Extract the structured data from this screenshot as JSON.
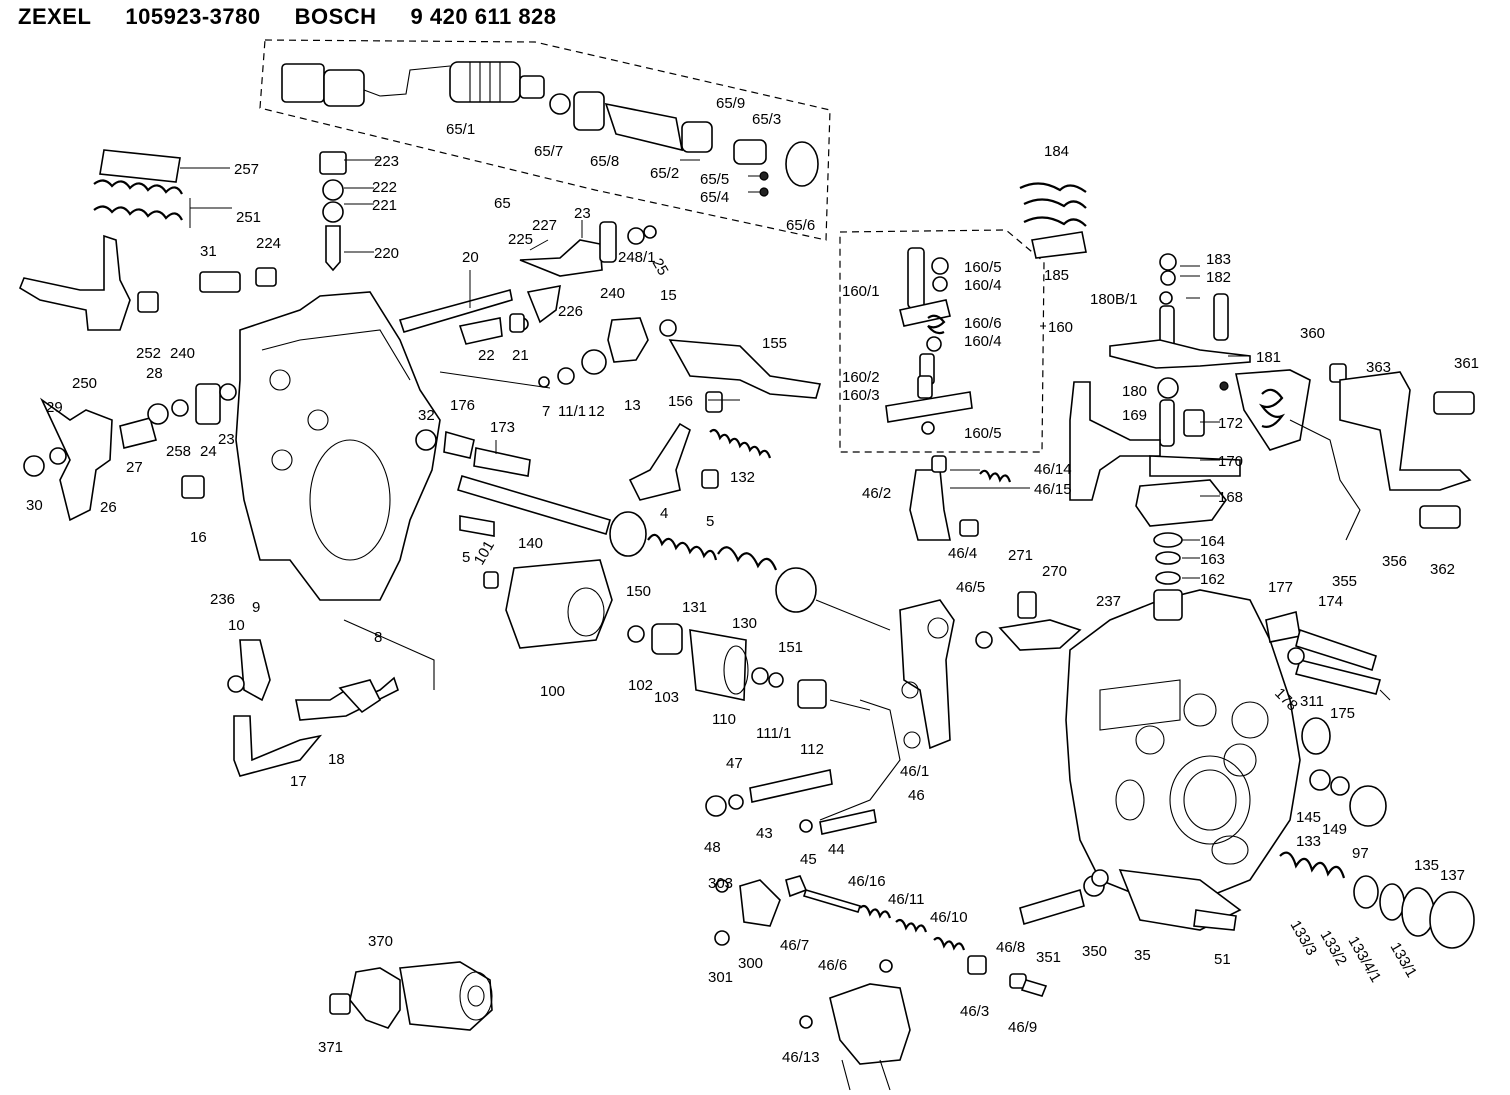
{
  "header": {
    "brand": "ZEXEL",
    "zexel_number": "105923-3780",
    "bosch_brand": "BOSCH",
    "bosch_number": "9 420 611 828"
  },
  "labels": [
    {
      "id": "l65_1",
      "text": "65/1"
    },
    {
      "id": "l65_7",
      "text": "65/7"
    },
    {
      "id": "l65_8",
      "text": "65/8"
    },
    {
      "id": "l65_2",
      "text": "65/2"
    },
    {
      "id": "l65_9",
      "text": "65/9"
    },
    {
      "id": "l65_3",
      "text": "65/3"
    },
    {
      "id": "l65_5",
      "text": "65/5"
    },
    {
      "id": "l65_4",
      "text": "65/4"
    },
    {
      "id": "l65_6",
      "text": "65/6"
    },
    {
      "id": "l65",
      "text": "65"
    },
    {
      "id": "l257",
      "text": "257"
    },
    {
      "id": "l251",
      "text": "251"
    },
    {
      "id": "l223",
      "text": "223"
    },
    {
      "id": "l222",
      "text": "222"
    },
    {
      "id": "l221",
      "text": "221"
    },
    {
      "id": "l220",
      "text": "220"
    },
    {
      "id": "l31",
      "text": "31"
    },
    {
      "id": "l224",
      "text": "224"
    },
    {
      "id": "l20",
      "text": "20"
    },
    {
      "id": "l225",
      "text": "225"
    },
    {
      "id": "l227",
      "text": "227"
    },
    {
      "id": "l23a",
      "text": "23"
    },
    {
      "id": "l25",
      "text": "25"
    },
    {
      "id": "l248_1",
      "text": "248/1"
    },
    {
      "id": "l240",
      "text": "240"
    },
    {
      "id": "l226",
      "text": "226"
    },
    {
      "id": "l15",
      "text": "15"
    },
    {
      "id": "l22",
      "text": "22"
    },
    {
      "id": "l21",
      "text": "21"
    },
    {
      "id": "l155",
      "text": "155"
    },
    {
      "id": "l156",
      "text": "156"
    },
    {
      "id": "l252",
      "text": "252"
    },
    {
      "id": "l250",
      "text": "250"
    },
    {
      "id": "l240b",
      "text": "240"
    },
    {
      "id": "l28",
      "text": "28"
    },
    {
      "id": "l29",
      "text": "29"
    },
    {
      "id": "l27",
      "text": "27"
    },
    {
      "id": "l30",
      "text": "30"
    },
    {
      "id": "l26",
      "text": "26"
    },
    {
      "id": "l258",
      "text": "258"
    },
    {
      "id": "l24",
      "text": "24"
    },
    {
      "id": "l23b",
      "text": "23"
    },
    {
      "id": "l7",
      "text": "7"
    },
    {
      "id": "l11_1",
      "text": "11/1"
    },
    {
      "id": "l12",
      "text": "12"
    },
    {
      "id": "l13",
      "text": "13"
    },
    {
      "id": "l32",
      "text": "32"
    },
    {
      "id": "l176",
      "text": "176"
    },
    {
      "id": "l173",
      "text": "173"
    },
    {
      "id": "l132",
      "text": "132"
    },
    {
      "id": "l4",
      "text": "4"
    },
    {
      "id": "l5a",
      "text": "5"
    },
    {
      "id": "l16",
      "text": "16"
    },
    {
      "id": "l5b",
      "text": "5"
    },
    {
      "id": "l140",
      "text": "140"
    },
    {
      "id": "l101",
      "text": "101"
    },
    {
      "id": "l150",
      "text": "150"
    },
    {
      "id": "l131",
      "text": "131"
    },
    {
      "id": "l130",
      "text": "130"
    },
    {
      "id": "l151",
      "text": "151"
    },
    {
      "id": "l236",
      "text": "236"
    },
    {
      "id": "l9",
      "text": "9"
    },
    {
      "id": "l10",
      "text": "10"
    },
    {
      "id": "l8",
      "text": "8"
    },
    {
      "id": "l100",
      "text": "100"
    },
    {
      "id": "l102",
      "text": "102"
    },
    {
      "id": "l103",
      "text": "103"
    },
    {
      "id": "l110",
      "text": "110"
    },
    {
      "id": "l111_1",
      "text": "111/1"
    },
    {
      "id": "l112",
      "text": "112"
    },
    {
      "id": "l18",
      "text": "18"
    },
    {
      "id": "l17",
      "text": "17"
    },
    {
      "id": "l47",
      "text": "47"
    },
    {
      "id": "l48",
      "text": "48"
    },
    {
      "id": "l43",
      "text": "43"
    },
    {
      "id": "l45",
      "text": "45"
    },
    {
      "id": "l44",
      "text": "44"
    },
    {
      "id": "l46_1",
      "text": "46/1"
    },
    {
      "id": "l46",
      "text": "46"
    },
    {
      "id": "l184",
      "text": "184"
    },
    {
      "id": "l185",
      "text": "185"
    },
    {
      "id": "l160_5a",
      "text": "160/5"
    },
    {
      "id": "l160_1",
      "text": "160/1"
    },
    {
      "id": "l160_4a",
      "text": "160/4"
    },
    {
      "id": "l160_6",
      "text": "160/6"
    },
    {
      "id": "l160",
      "text": "160"
    },
    {
      "id": "l160_4b",
      "text": "160/4"
    },
    {
      "id": "l160_2",
      "text": "160/2"
    },
    {
      "id": "l160_3",
      "text": "160/3"
    },
    {
      "id": "l160_5b",
      "text": "160/5"
    },
    {
      "id": "l183",
      "text": "183"
    },
    {
      "id": "l182",
      "text": "182"
    },
    {
      "id": "l180_8_1",
      "text": "180B/1"
    },
    {
      "id": "l181",
      "text": "181"
    },
    {
      "id": "l360",
      "text": "360"
    },
    {
      "id": "l363",
      "text": "363"
    },
    {
      "id": "l361",
      "text": "361"
    },
    {
      "id": "l180",
      "text": "180"
    },
    {
      "id": "l169",
      "text": "169"
    },
    {
      "id": "l172",
      "text": "172"
    },
    {
      "id": "l170",
      "text": "170"
    },
    {
      "id": "l168",
      "text": "168"
    },
    {
      "id": "l46_14",
      "text": "46/14"
    },
    {
      "id": "l46_2",
      "text": "46/2"
    },
    {
      "id": "l46_15",
      "text": "46/15"
    },
    {
      "id": "l46_4",
      "text": "46/4"
    },
    {
      "id": "l164",
      "text": "164"
    },
    {
      "id": "l163",
      "text": "163"
    },
    {
      "id": "l162",
      "text": "162"
    },
    {
      "id": "l356",
      "text": "356"
    },
    {
      "id": "l362",
      "text": "362"
    },
    {
      "id": "l355",
      "text": "355"
    },
    {
      "id": "l271",
      "text": "271"
    },
    {
      "id": "l270",
      "text": "270"
    },
    {
      "id": "l46_5",
      "text": "46/5"
    },
    {
      "id": "l237",
      "text": "237"
    },
    {
      "id": "l177",
      "text": "177"
    },
    {
      "id": "l174",
      "text": "174"
    },
    {
      "id": "l178",
      "text": "178"
    },
    {
      "id": "l311",
      "text": "311"
    },
    {
      "id": "l175",
      "text": "175"
    },
    {
      "id": "l145",
      "text": "145"
    },
    {
      "id": "l149",
      "text": "149"
    },
    {
      "id": "l97",
      "text": "97"
    },
    {
      "id": "l133",
      "text": "133"
    },
    {
      "id": "l135",
      "text": "135"
    },
    {
      "id": "l137",
      "text": "137"
    },
    {
      "id": "l133_3",
      "text": "133/3"
    },
    {
      "id": "l133_2",
      "text": "133/2"
    },
    {
      "id": "l133_4_1",
      "text": "133/4/1"
    },
    {
      "id": "l133_1",
      "text": "133/1"
    },
    {
      "id": "l35",
      "text": "35"
    },
    {
      "id": "l51",
      "text": "51"
    },
    {
      "id": "l351",
      "text": "351"
    },
    {
      "id": "l350",
      "text": "350"
    },
    {
      "id": "l303",
      "text": "303"
    },
    {
      "id": "l301",
      "text": "301"
    },
    {
      "id": "l300",
      "text": "300"
    },
    {
      "id": "l46_7",
      "text": "46/7"
    },
    {
      "id": "l46_16",
      "text": "46/16"
    },
    {
      "id": "l46_11",
      "text": "46/11"
    },
    {
      "id": "l46_10",
      "text": "46/10"
    },
    {
      "id": "l46_8",
      "text": "46/8"
    },
    {
      "id": "l46_6",
      "text": "46/6"
    },
    {
      "id": "l46_3",
      "text": "46/3"
    },
    {
      "id": "l46_9",
      "text": "46/9"
    },
    {
      "id": "l46_13",
      "text": "46/13"
    },
    {
      "id": "l370",
      "text": "370"
    },
    {
      "id": "l371",
      "text": "371"
    }
  ]
}
